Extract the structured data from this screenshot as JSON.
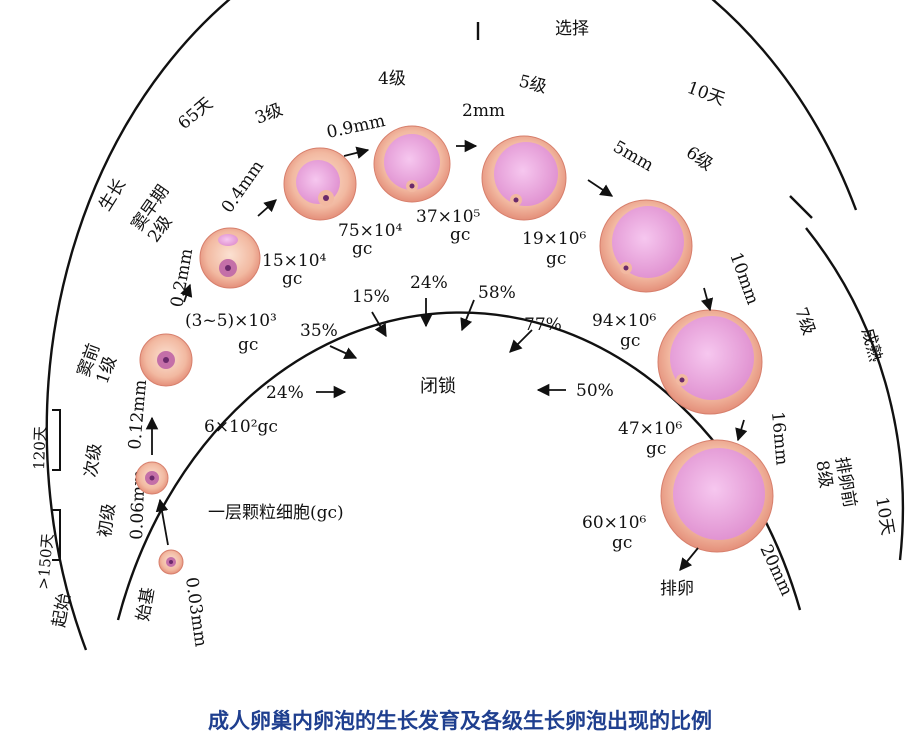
{
  "title": "成人卵巢内卵泡的生长发育及各级生长卵泡出现的比例",
  "center_label": "闭锁",
  "outer_arc": {
    "growth": "生长",
    "growth_days": "65天",
    "selection": "选择",
    "selection_days": "10天",
    "maturation": "成熟",
    "maturation_days": "10天",
    "initiation": "起始",
    "initiation_days": ">150天",
    "days_120": "120天"
  },
  "inner_arc": {
    "primordial": "始基",
    "primary": "初级",
    "secondary": "次级",
    "preantral_1": "窦前\n1级",
    "early_antral_2": "窦早期\n2级",
    "grade_3": "3级",
    "grade_4": "4级",
    "grade_5": "5级",
    "grade_6": "6级",
    "grade_7": "7级",
    "preovulatory_8": "排卵前\n8级"
  },
  "sizes": {
    "s1": "0.03mm",
    "s2": "0.06mm",
    "s3": "0.12mm",
    "s4": "0.2mm",
    "s5": "0.4mm",
    "s6": "0.9mm",
    "s7": "2mm",
    "s8": "5mm",
    "s9": "10mm",
    "s10": "16mm",
    "s11": "20mm"
  },
  "gc_counts": {
    "c1": "(3~5)×10³",
    "c2": "15×10⁴",
    "c3": "75×10⁴",
    "c4": "37×10⁵",
    "c5": "19×10⁶",
    "c6": "94×10⁶",
    "c7": "47×10⁶",
    "c8": "60×10⁶",
    "c_low": "6×10²gc",
    "gc": "gc"
  },
  "atresia_percentages": {
    "p1": "24%",
    "p2": "35%",
    "p3": "15%",
    "p4": "24%",
    "p5": "58%",
    "p6": "77%",
    "p7": "50%"
  },
  "granulosa_label": "一层颗粒细胞(gc)",
  "ovulation_label": "排卵",
  "colors": {
    "follicle_outer": "#f2b9a1",
    "follicle_antrum": "#e99ad8",
    "oocyte": "#6b2a6b",
    "title": "#1f3f8f"
  }
}
